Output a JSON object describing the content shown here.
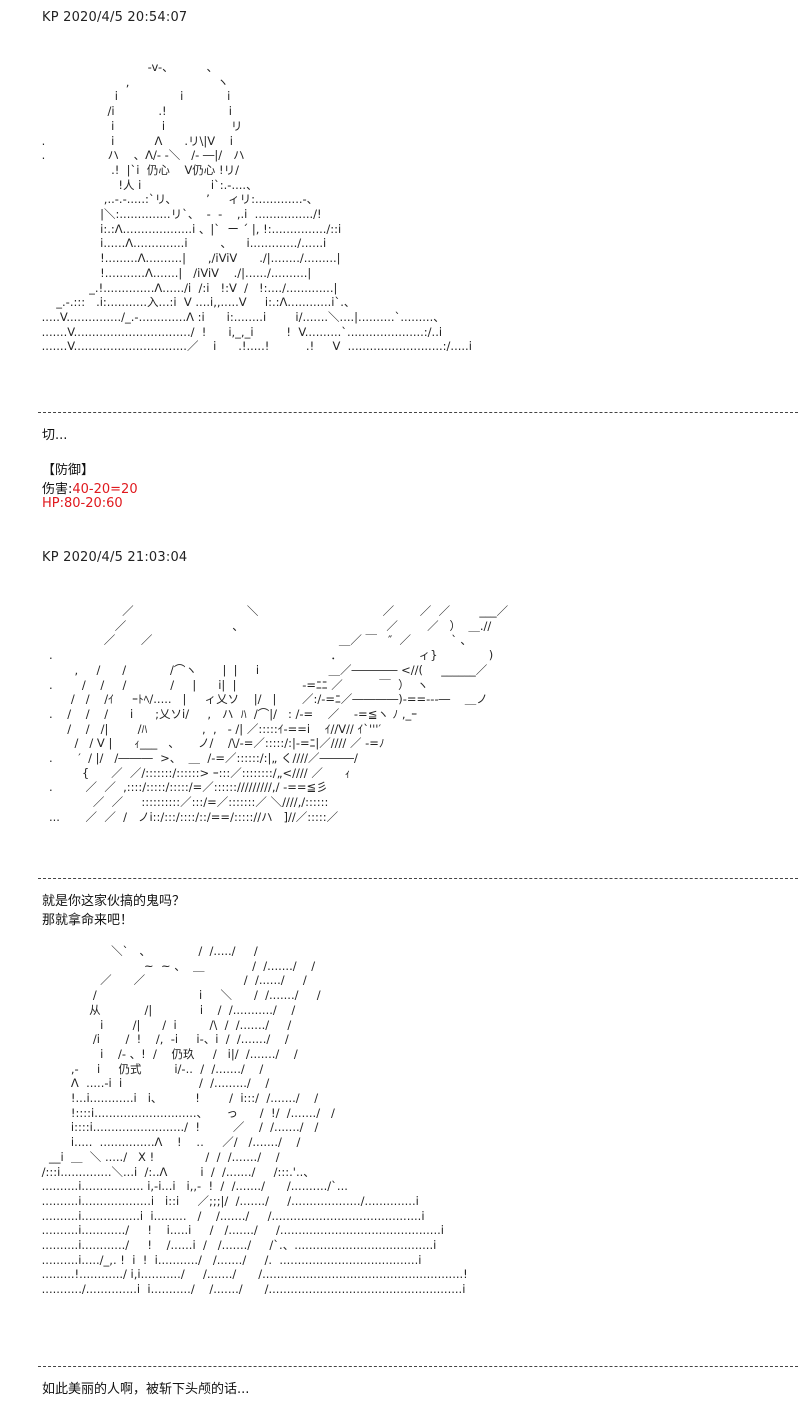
{
  "posts": [
    {
      "header": "KP 2020/4/5 20:54:07",
      "art": "                              ‐v-、         、\n                        ,                        ヽ\n                     i                 i            i\n                   /i            .!                 i\n                    i             i                  リ\n .                  i           Λ      .リ\\|V    i\n .                 ハ    、Λ/- ‐＼   /- ―|/   ハ\n                    .!  |`i  仍心    V仍心 !リ/\n                      !人 i                   i`:.-....、\n                  ,..-.-.....:`リ、        ’     ィリ:.............-、\n                 |＼:..............リ`、  -  ‐    ,.i  ................/!\n                 i:.:Λ...................i 、|`  ー ´ |, !:.............../::i\n                 i......Λ..............i         、    i............./......i\n                 !.........Λ..........|      ,/iViV      ./|......../.........|\n                 !...........Λ.......|   /iViV    ./|....../..........|\n              _.!..............Λ....../i  /:i   !:V  /   !:..../.............|\n     _.-.:::   .i:...........入...:i  V ....i,,.....V     i:.:Λ............i`.、\n .....V.............../_.-.............Λ :i      i:........i        i/.......＼....|..........`.........、\n .......V................................/  !      i,_,_i         !  V..........`.....................:/..i\n .......V...............................／    i      .!.....!          .!     V  ..........................:/.....i"
    },
    {
      "lines": [
        "切..."
      ]
    },
    {
      "stat_label": "【防御】",
      "damage_label": "伤害:",
      "damage_value": "40-20=20",
      "hp_line": "HP:80-20:60"
    },
    {
      "header": "KP 2020/4/5 21:03:04",
      "art": "                       ／                               ＼                                  ／       ／  ／        ___／\n                     ／                             、                                       ／        ／   ）  ＿.// \n                  ／       ／                                                   ＿／ ￣   ″  ／           ` ､\n   .                                                                            ．                     ィ}              )\n          ,     /      /            /⌒ヽ       |  |     i                   ＿／―――― <//(     ______／\n   .        /    /     /            /     |      i|  |                  -=ﾆﾆ ／          ￣  ）  ヽ\n         /   /    /ｲ     ｰﾄﾍ/.....   |     ィ乂ソ    |/   |       ／:/-=ﾆ／――――)-==---―    ＿ノ\n   .    /    /    /      i      ;乂ソi/     ,   ハ  ﾊ  /⌒|/   : /-=    ／    -=≦ヽ ﾉ ,_ｰ\n        /    /   /|        /ﾊ               ,  ,   - /| ／:::::ｲ-==i    ｲ//V// ｲ`'''′\n          /   / V |      ｨ___   、     ノ/    /\\/-=／:::::/:|-=ﾆ|／//// ／ -=ﾉ\n   .       ′  / |/   /―――  >、  ＿  /-=／::::::/:|„ く////／―――/\n            {      ／  ／/:::::::/::::::> ｰ:::／::::::::/„<//// ／      ｨ\n   .         ／  ／  ,::::/:::::/:::::/=／:::::://///////,/ -==≦彡\n               ／  ／     ::::::::::／:::/=／:::::::／ ＼////,/::::::\n   ...       ／  ／  /   ノi::/:::/::::/::/==/::::://ハ   ]//／:::::／"
    },
    {
      "lines": [
        "就是你这家伙搞的鬼吗？",
        "那就拿命来吧！"
      ]
    },
    {
      "art": "                    ＼`   、             /  /...../     /\n                             ~  ~ 、  ＿             /  /......./    /\n                 ／      ／                           /  /....../     /\n               /                            i     ＼      /  /......./     /\n              从            /|             i    /  /.........../    /\n                 i        /|      /  i         /\\  /  /......./     /\n               /i       /  !    /,  -i     i-、i  /  /......./    /\n                 i    /- 、!  /    仍玖     /   i|/  /......./    /\n         ,-     i     仍式         i/-..  /  /......./    /\n         Λ  .....-i  i                     /  /........./    /\n         !...i............i   i、         !        /  i:::/  /......./    /\n         !::::i............................、     っ      /  !/  /......./   /\n         i::::i........................./  !         ／    /  /......./   /\n         i.....  ...............Λ    !    ‥     ／/   /......./    /\n   __i  ＿  ＼ ...../   X !              /  /  /......./    /\n /:::i..............＼...i  /:..Λ         i  /  /......./     /:::.'..、\n ..........i................. i,-i...i   i,,-  !  /  /......./      /........../`...\n ..........i...................i   i::i     ／;;;|/  /......./     /.................../..............i\n ..........i................i  i.........   /    /......./     /.........................................i\n ..........i............/     !    i.....i     /   /......./     /............................................i\n ..........i............/     !    /......i  /   /......./     /`.、......................................i\n ..........i...../_,. !  i  !  i.........../   /......./     /.  ......................................i\n .........!............/ i,i.........../     /......./      /.......................................................!\n .........../..............i  i.........../    /......./      /.....................................................i"
    },
    {
      "lines": [
        "如此美丽的人啊，被斩下头颅的话..."
      ]
    }
  ]
}
